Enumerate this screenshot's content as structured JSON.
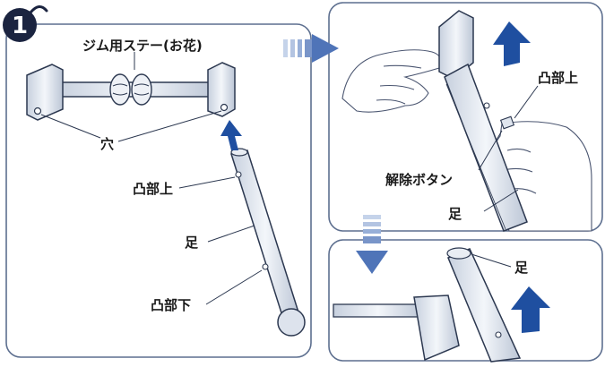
{
  "step_number": "1",
  "labels": {
    "gym_stay": "ジム用ステー(お花)",
    "hole": "穴",
    "convex_top_left": "凸部上",
    "leg_left": "足",
    "convex_bottom": "凸部下",
    "convex_top_right": "凸部上",
    "release_button": "解除ボタン",
    "leg_right": "足",
    "leg_bottom": "足"
  },
  "colors": {
    "frame_border": "#5d6f8f",
    "accent_blue": "#1f4fa0",
    "step_badge": "#1b2440",
    "tube_fill": "#dfe5ee"
  },
  "icons": {
    "right_arrow": "chevron-right-arrow-icon",
    "down_arrow": "chevron-down-arrow-icon",
    "up_arrow": "bold-up-arrow-icon"
  }
}
